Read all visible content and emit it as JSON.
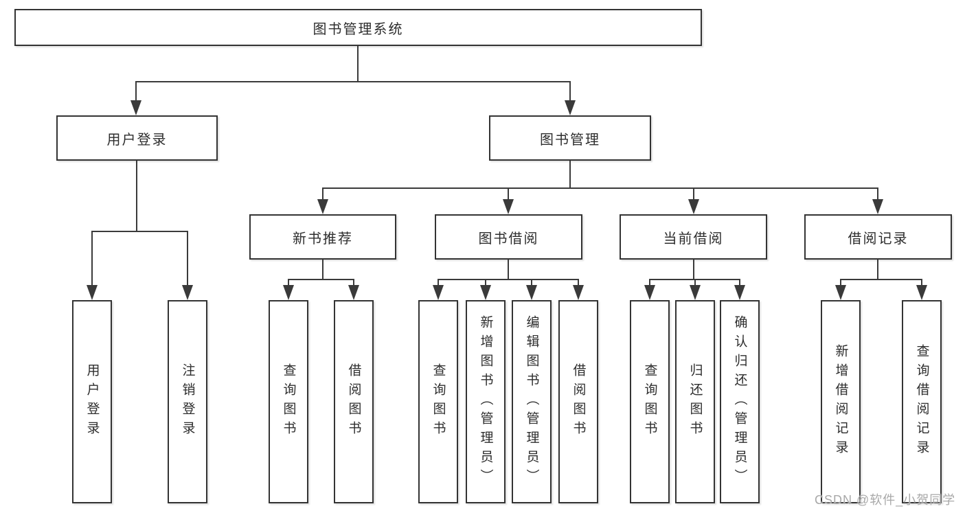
{
  "tree": {
    "label": "图书管理系统",
    "children": [
      {
        "label": "用户登录",
        "children": [
          {
            "label": "用户登录"
          },
          {
            "label": "注销登录"
          }
        ]
      },
      {
        "label": "图书管理",
        "children": [
          {
            "label": "新书推荐",
            "children": [
              {
                "label": "查询图书"
              },
              {
                "label": "借阅图书"
              }
            ]
          },
          {
            "label": "图书借阅",
            "children": [
              {
                "label": "查询图书"
              },
              {
                "label": "新增图书（管理员）"
              },
              {
                "label": "编辑图书（管理员）"
              },
              {
                "label": "借阅图书"
              }
            ]
          },
          {
            "label": "当前借阅",
            "children": [
              {
                "label": "查询图书"
              },
              {
                "label": "归还图书"
              },
              {
                "label": "确认归还（管理员）"
              }
            ]
          },
          {
            "label": "借阅记录",
            "children": [
              {
                "label": "新增借阅记录"
              },
              {
                "label": "查询借阅记录"
              }
            ]
          }
        ]
      }
    ]
  },
  "colors": {
    "line": "#3a3a3a",
    "border": "#333333",
    "text": "#2d2d2d",
    "watermark": "#a8a8a8"
  },
  "watermark": "CSDN @软件_小贺同学"
}
